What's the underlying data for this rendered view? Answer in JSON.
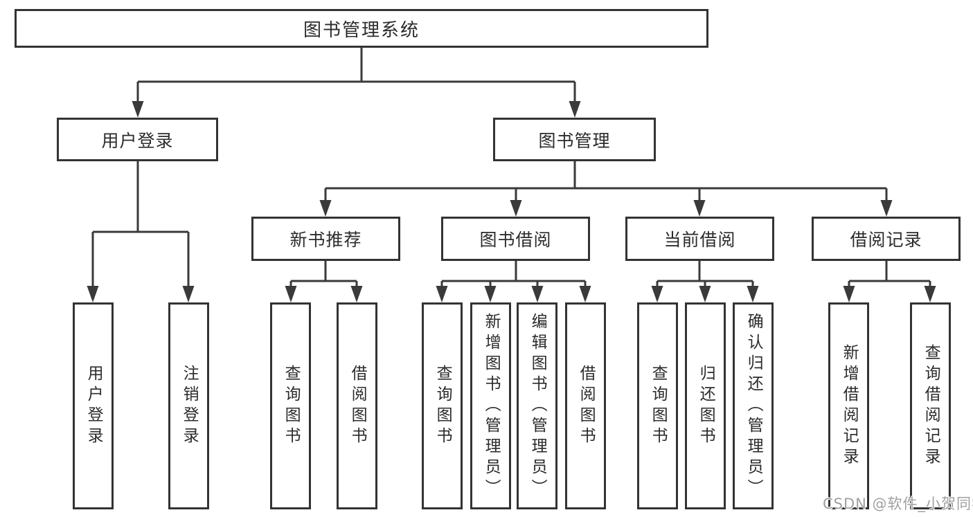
{
  "diagram_type": "hierarchy-tree",
  "tree": {
    "root": {
      "label": "图书管理系统",
      "children": [
        {
          "label": "用户登录",
          "children": [
            {
              "label": "用户登录"
            },
            {
              "label": "注销登录"
            }
          ]
        },
        {
          "label": "图书管理",
          "children": [
            {
              "label": "新书推荐",
              "children": [
                {
                  "label": "查询图书"
                },
                {
                  "label": "借阅图书"
                }
              ]
            },
            {
              "label": "图书借阅",
              "children": [
                {
                  "label": "查询图书"
                },
                {
                  "label": "新增图书（管理员）"
                },
                {
                  "label": "编辑图书（管理员）"
                },
                {
                  "label": "借阅图书"
                }
              ]
            },
            {
              "label": "当前借阅",
              "children": [
                {
                  "label": "查询图书"
                },
                {
                  "label": "归还图书"
                },
                {
                  "label": "确认归还（管理员）"
                }
              ]
            },
            {
              "label": "借阅记录",
              "children": [
                {
                  "label": "新增借阅记录"
                },
                {
                  "label": "查询借阅记录"
                }
              ]
            }
          ]
        }
      ]
    }
  },
  "watermark": {
    "text": "CSDN @软件_小贺同学"
  },
  "colors": {
    "background": "#ffffff",
    "line": "#3a3a3a",
    "box_border": "#333333",
    "text": "#2b2b2b",
    "watermark": "#a0a0a0"
  }
}
